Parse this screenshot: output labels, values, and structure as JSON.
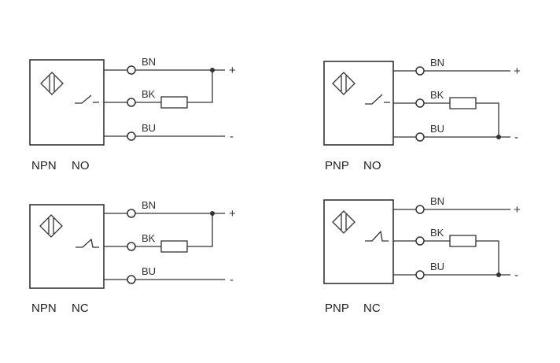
{
  "colors": {
    "line": "#333333",
    "background": "#ffffff"
  },
  "icons": {
    "sensor": "inductive-sensor-diamond-icon",
    "switch_no": "switch-open-icon",
    "switch_nc": "switch-closed-icon",
    "load": "resistor-icon"
  },
  "wire_labels": {
    "bn": "BN",
    "bk": "BK",
    "bu": "BU"
  },
  "signs": {
    "plus": "+",
    "minus": "-"
  },
  "diagrams": [
    {
      "type": "NPN",
      "mode": "NO"
    },
    {
      "type": "PNP",
      "mode": "NO"
    },
    {
      "type": "NPN",
      "mode": "NC"
    },
    {
      "type": "PNP",
      "mode": "NC"
    }
  ]
}
